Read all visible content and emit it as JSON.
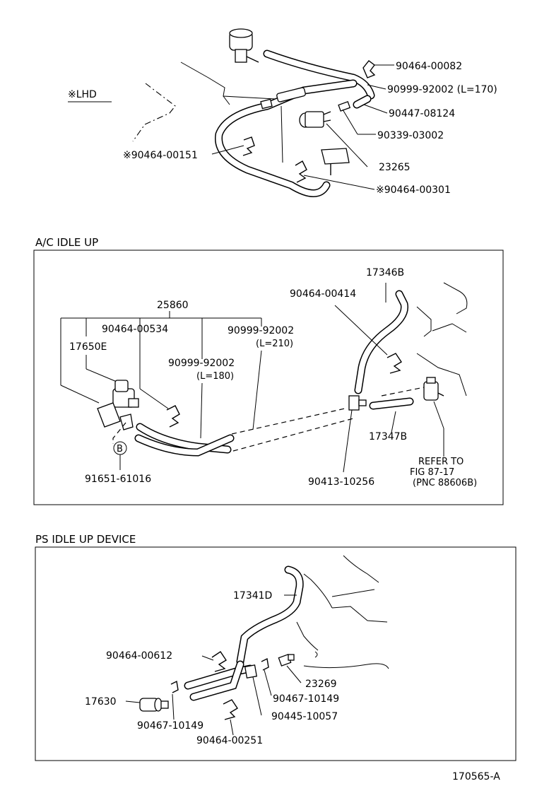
{
  "lhd": {
    "title": "※LHD",
    "labels": {
      "p1": "90464-00082",
      "p2": "90999-92002 (L=170)",
      "p3": "90447-08124",
      "p4": "90339-03002",
      "p5": "※90464-00151",
      "p6": "23265",
      "p7": "※90464-00301"
    }
  },
  "ac": {
    "title": "A/C IDLE UP",
    "labels": {
      "l17346b": "17346B",
      "l90464_00414": "90464-00414",
      "l25860": "25860",
      "l90464_00534": "90464-00534",
      "l90999_210": "90999-92002",
      "l210": "(L=210)",
      "l17650e": "17650E",
      "l90999_180": "90999-92002",
      "l180": "(L=180)",
      "lB": "B",
      "l91651": "91651-61016",
      "l17347b": "17347B",
      "lrefer1": "REFER TO",
      "lrefer2": "FIG 87-17",
      "lrefer3": "(PNC 88606B)",
      "l90413": "90413-10256"
    }
  },
  "ps": {
    "title": "PS IDLE UP DEVICE",
    "labels": {
      "l17341d": "17341D",
      "l90464_00612": "90464-00612",
      "l23269": "23269",
      "l17630": "17630",
      "l90467a": "90467-10149",
      "l90467b": "90467-10149",
      "l90445": "90445-10057",
      "l90464_00251": "90464-00251"
    }
  },
  "footer": {
    "code": "170565-A"
  }
}
